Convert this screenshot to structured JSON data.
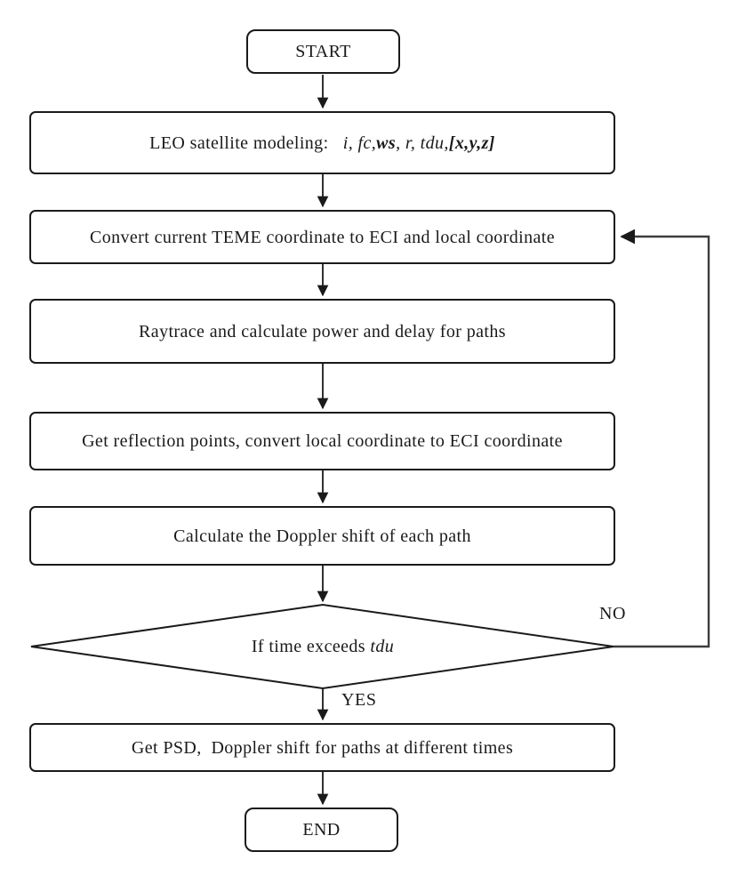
{
  "flowchart": {
    "nodes": {
      "start": {
        "label": "START"
      },
      "leo": {
        "parts": [
          {
            "t": "LEO satellite modeling:   ",
            "s": "n"
          },
          {
            "t": "i, fc,",
            "s": "i"
          },
          {
            "t": "ws",
            "s": "bi"
          },
          {
            "t": ", r, tdu,",
            "s": "i"
          },
          {
            "t": "[x,y,z]",
            "s": "bi"
          }
        ]
      },
      "convert_teme": {
        "label": "Convert current TEME coordinate to ECI and local coordinate"
      },
      "raytrace": {
        "label": "Raytrace and calculate power and delay for paths"
      },
      "reflection": {
        "label": "Get reflection points, convert local coordinate to ECI coordinate"
      },
      "doppler": {
        "label": "Calculate the Doppler shift of each path"
      },
      "decision": {
        "parts": [
          {
            "t": "If time exceeds ",
            "s": "n"
          },
          {
            "t": "tdu",
            "s": "i"
          }
        ]
      },
      "psd": {
        "label": "Get PSD,  Doppler shift for paths at different times"
      },
      "end": {
        "label": "END"
      }
    },
    "edge_labels": {
      "no": "NO",
      "yes": "YES"
    },
    "colors": {
      "line": "#1a1a1a",
      "loop_line": "#3d3d3d",
      "text": "#1a1a1a",
      "background": "#ffffff"
    }
  }
}
